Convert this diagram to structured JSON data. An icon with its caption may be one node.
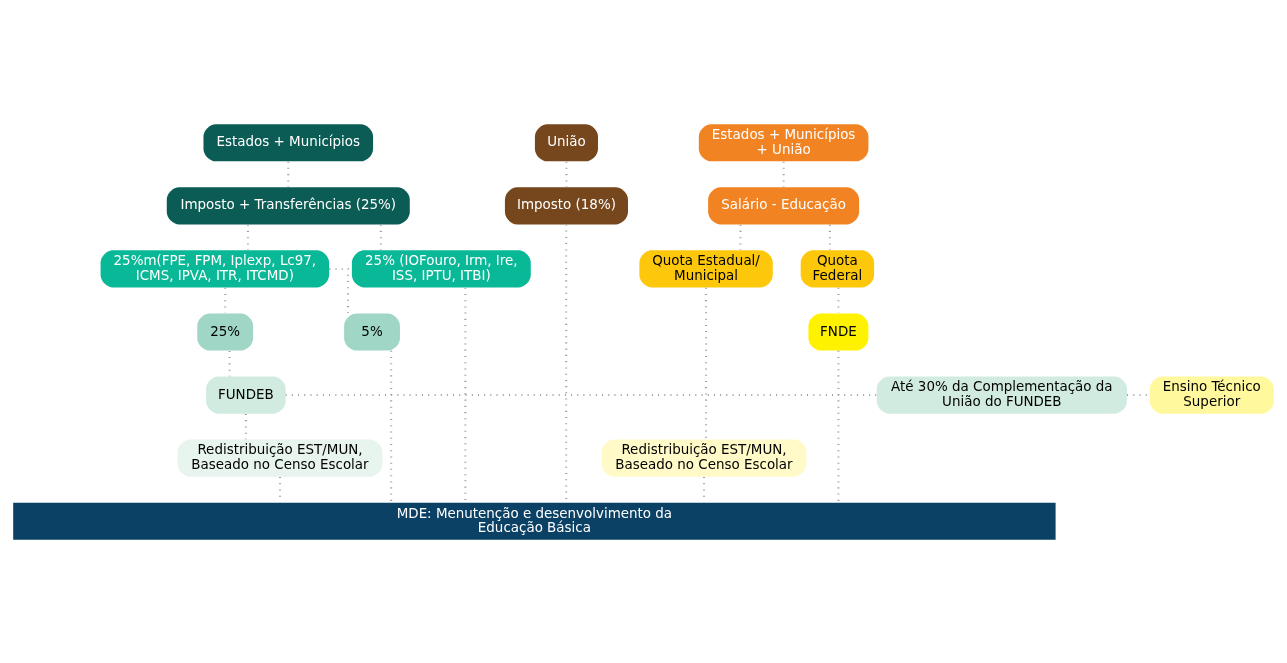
{
  "diagram": {
    "nodes": [
      {
        "text": [
          "Estados + Municípios"
        ]
      },
      {
        "text": [
          "Imposto + Transferências (25%)"
        ]
      },
      {
        "text": [
          "25%m(FPE, FPM, Iplexp, Lc97, ICMS, IPVA, ITR, ITCMD)"
        ]
      },
      {
        "text": [
          "25% (IOFouro, Irm, Ire, ISS, IPTU, ITBI)"
        ]
      },
      {
        "text": [
          "25%"
        ]
      },
      {
        "text": [
          "5%"
        ]
      },
      {
        "text": [
          "FUNDEB"
        ]
      },
      {
        "text": [
          "Até 30% da Complementação da União do FUNDEB"
        ]
      },
      {
        "text": [
          "Redistribuição EST/MUN, Baseado no Censo Escolar"
        ]
      },
      {
        "text": [
          "União"
        ]
      },
      {
        "text": [
          "Imposto (18%)"
        ]
      },
      {
        "text": [
          "Estados + Municípios + União"
        ]
      },
      {
        "text": [
          "Salário - Educação"
        ]
      },
      {
        "text": [
          "Quota Estadual/ Municipal"
        ]
      },
      {
        "text": [
          "Quota Federal"
        ]
      },
      {
        "text": [
          "FNDE"
        ]
      },
      {
        "text": [
          "Ensino Técnico Superior"
        ]
      },
      {
        "text": [
          "Redistribuição EST/MUN, Baseado no Censo Escolar"
        ]
      },
      {
        "text": [
          "MDE: Menutenção e desenvolvimento da Educação Básica"
        ]
      }
    ],
    "edges": [
      {
        "from": 0,
        "to": 1,
        "arrow": "none"
      },
      {
        "from": 1,
        "to": 2,
        "arrow": "none"
      },
      {
        "from": 1,
        "to": 3,
        "arrow": "none"
      },
      {
        "from": 2,
        "to": 4,
        "arrow": "none"
      },
      {
        "from": 2,
        "to": 5,
        "arrow": "none"
      },
      {
        "from": 4,
        "to": 6,
        "arrow": "none"
      },
      {
        "from": 6,
        "to": 8,
        "arrow": "none"
      },
      {
        "from": 8,
        "to": 18,
        "arrow": "none"
      },
      {
        "from": 5,
        "to": 18,
        "arrow": "none"
      },
      {
        "from": 3,
        "to": 18,
        "arrow": "none"
      },
      {
        "from": 6,
        "to": 7,
        "arrow": "none"
      },
      {
        "from": 7,
        "to": 16,
        "arrow": "none"
      },
      {
        "from": 9,
        "to": 10,
        "arrow": "none"
      },
      {
        "from": 10,
        "to": 18,
        "arrow": "none"
      },
      {
        "from": 11,
        "to": 12,
        "arrow": "none"
      },
      {
        "from": 12,
        "to": 13,
        "arrow": "none"
      },
      {
        "from": 12,
        "to": 14,
        "arrow": "none"
      },
      {
        "from": 13,
        "to": 17,
        "arrow": "none"
      },
      {
        "from": 17,
        "to": 18,
        "arrow": "none"
      },
      {
        "from": 14,
        "to": 15,
        "arrow": "none"
      },
      {
        "from": 15,
        "to": 18,
        "arrow": "none"
      }
    ]
  }
}
